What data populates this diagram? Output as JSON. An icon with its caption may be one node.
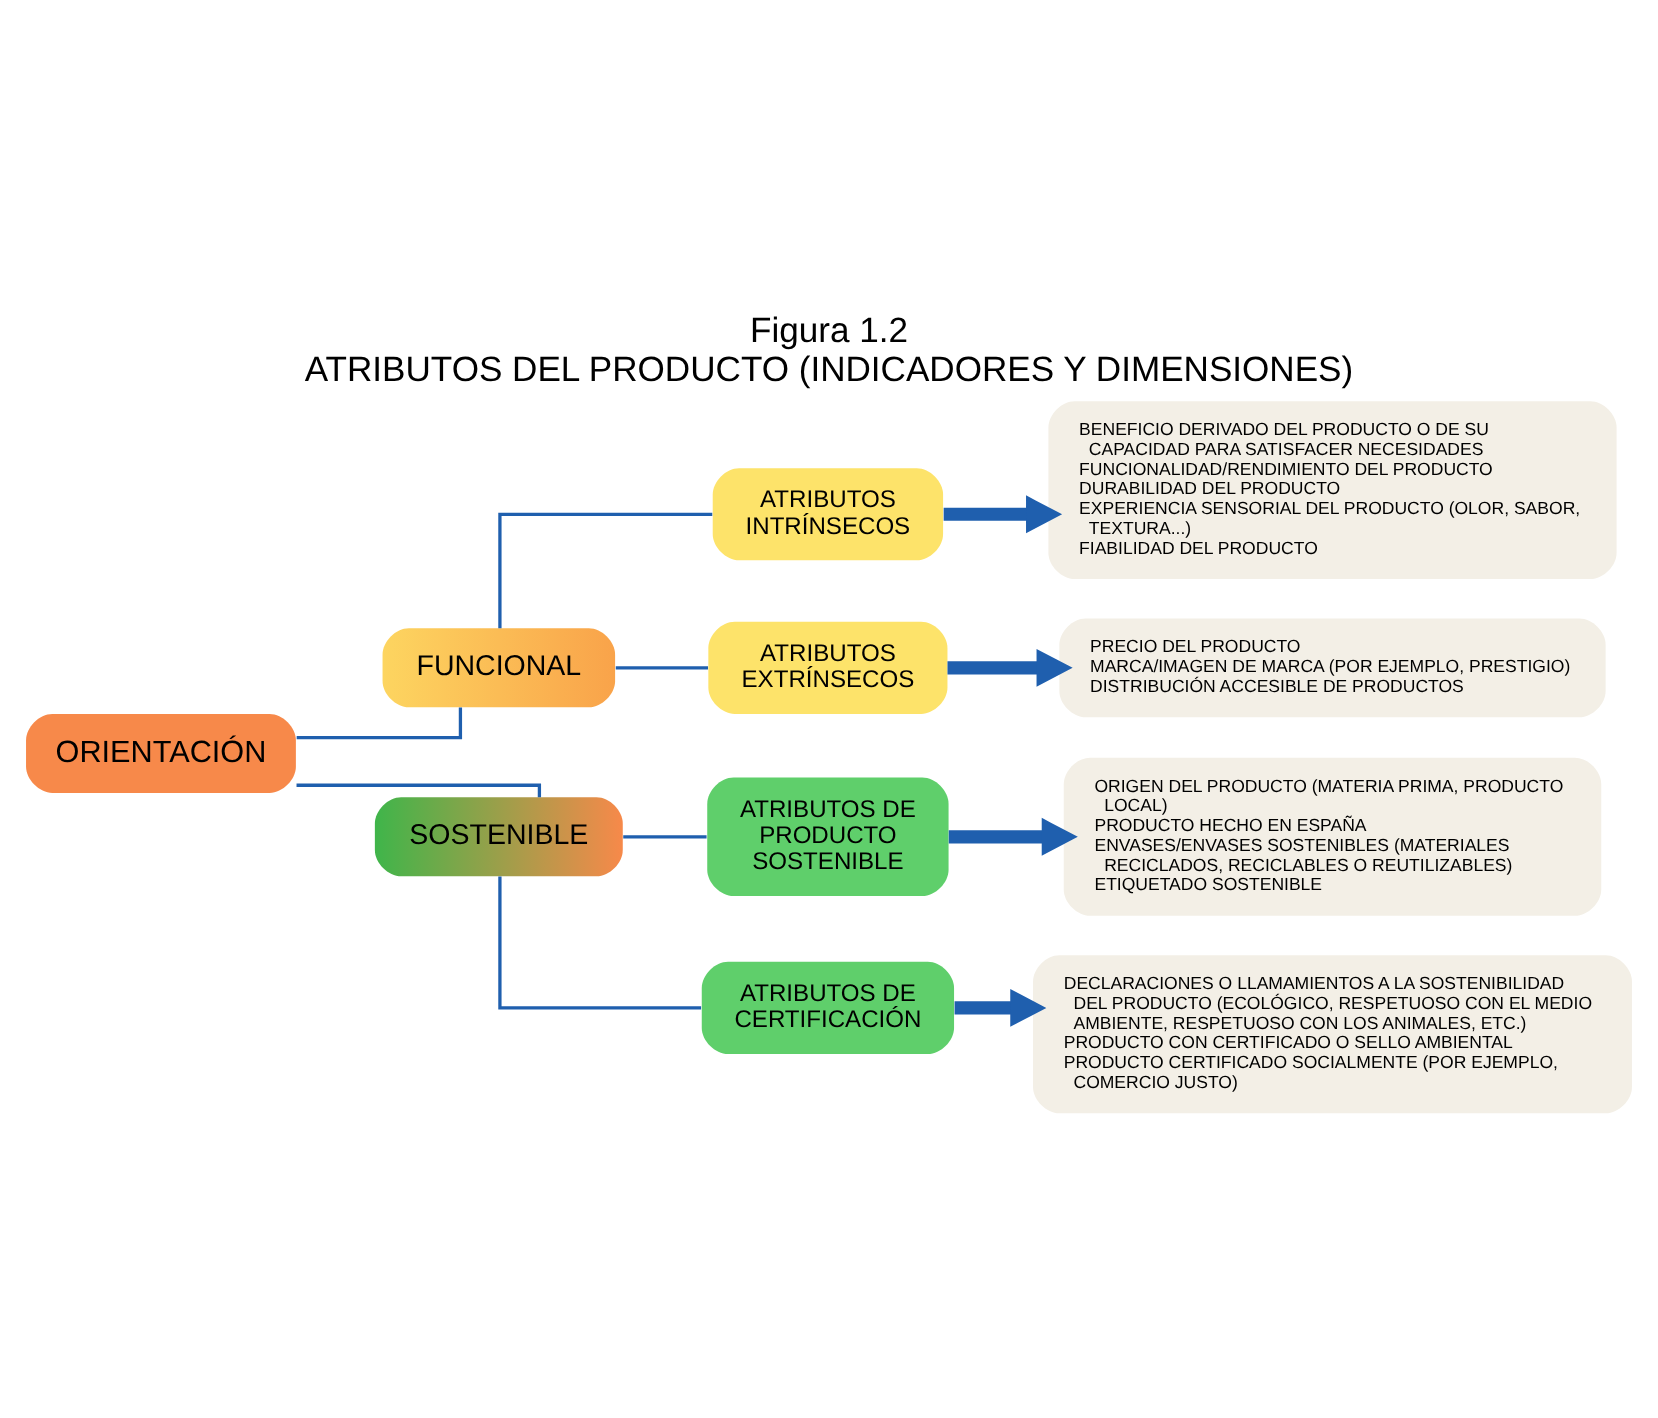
{
  "diagram": {
    "title": "Figura 1.2",
    "caption": "ATRIBUTOS DEL PRODUCTO (INDICADORES Y DIMENSIONES)",
    "nodes": [
      {
        "text": [
          "ORIENTACIÓN"
        ]
      },
      {
        "text": [
          "FUNCIONAL"
        ]
      },
      {
        "text": [
          "ATRIBUTOS INTRÍNSECOS"
        ]
      },
      {
        "text": [
          "BENEFICIO DERIVADO DEL PRODUCTO O DE SU CAPACIDAD PARA SATISFACER NECESIDADES",
          "FUNCIONALIDAD/RENDIMIENTO DEL PRODUCTO",
          "DURABILIDAD DEL PRODUCTO",
          "EXPERIENCIA SENSORIAL DEL PRODUCTO (OLOR, SABOR, TEXTURA...)",
          "FIABILIDAD DEL PRODUCTO"
        ]
      },
      {
        "text": [
          "ATRIBUTOS EXTRÍNSECOS"
        ]
      },
      {
        "text": [
          "PRECIO DEL PRODUCTO",
          "MARCA/IMAGEN DE MARCA (POR EJEMPLO, PRESTIGIO)",
          "DISTRIBUCIÓN ACCESIBLE DE PRODUCTOS"
        ]
      },
      {
        "text": [
          "SOSTENIBLE"
        ]
      },
      {
        "text": [
          "ATRIBUTOS DE PRODUCTO SOSTENIBLE"
        ]
      },
      {
        "text": [
          "ORIGEN DEL PRODUCTO (MATERIA PRIMA, PRODUCTO LOCAL)",
          "PRODUCTO HECHO EN ESPAÑA",
          "ENVASES/ENVASES SOSTENIBLES (MATERIALES RECICLADOS, RECICLABLES O REUTILIZABLES)",
          "ETIQUETADO SOSTENIBLE"
        ]
      },
      {
        "text": [
          "ATRIBUTOS DE CERTIFICACIÓN"
        ]
      },
      {
        "text": [
          "DECLARACIONES O LLAMAMIENTOS A LA SOSTENIBILIDAD DEL PRODUCTO (ECOLÓGICO, RESPETUOSO CON EL MEDIO AMBIENTE, RESPETUOSO CON LOS ANIMALES, ETC.)",
          "PRODUCTO CON CERTIFICADO O SELLO AMBIENTAL",
          "PRODUCTO CERTIFICADO SOCIALMENTE (POR EJEMPLO, COMERCIO JUSTO)"
        ]
      }
    ],
    "edges": [
      {
        "from": 0,
        "to": 1,
        "arrow": "none"
      },
      {
        "from": 0,
        "to": 6,
        "arrow": "none"
      },
      {
        "from": 1,
        "to": 2,
        "arrow": "none"
      },
      {
        "from": 1,
        "to": 4,
        "arrow": "none"
      },
      {
        "from": 2,
        "to": 3,
        "arrow": "to",
        "style": "thick"
      },
      {
        "from": 4,
        "to": 5,
        "arrow": "to",
        "style": "thick"
      },
      {
        "from": 6,
        "to": 7,
        "arrow": "none"
      },
      {
        "from": 6,
        "to": 9,
        "arrow": "none"
      },
      {
        "from": 7,
        "to": 8,
        "arrow": "to",
        "style": "thick"
      },
      {
        "from": 9,
        "to": 10,
        "arrow": "to",
        "style": "thick"
      }
    ]
  }
}
